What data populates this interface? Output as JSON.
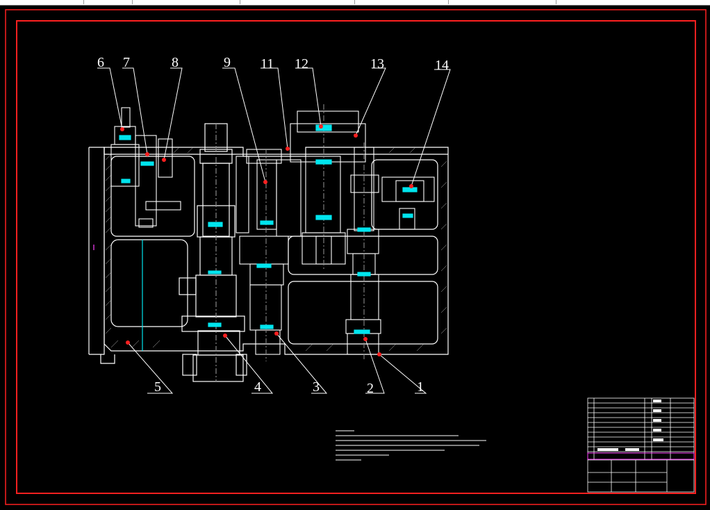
{
  "callouts": [
    {
      "id": "6",
      "label": "6"
    },
    {
      "id": "7",
      "label": "7"
    },
    {
      "id": "8",
      "label": "8"
    },
    {
      "id": "9",
      "label": "9"
    },
    {
      "id": "11",
      "label": "11"
    },
    {
      "id": "12",
      "label": "12"
    },
    {
      "id": "13",
      "label": "13"
    },
    {
      "id": "14",
      "label": "14"
    },
    {
      "id": "5",
      "label": "5"
    },
    {
      "id": "4",
      "label": "4"
    },
    {
      "id": "3",
      "label": "3"
    },
    {
      "id": "2",
      "label": "2"
    },
    {
      "id": "1",
      "label": "1"
    }
  ],
  "colors": {
    "background": "#000000",
    "frame": "#ff2020",
    "outline": "#ffffff",
    "dimension": "#00e5ee",
    "leader": "#ff2020",
    "titleblock_accent": "#ff40ff"
  }
}
